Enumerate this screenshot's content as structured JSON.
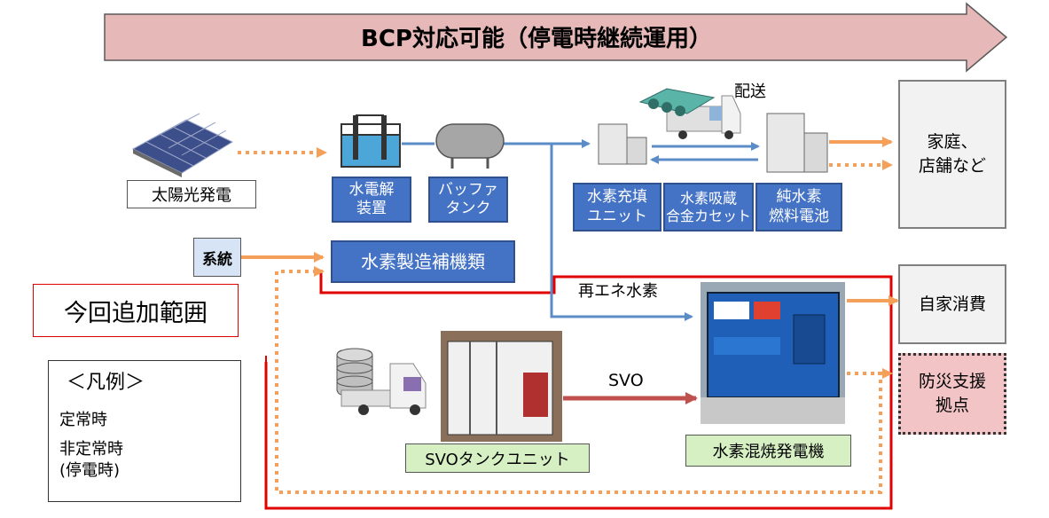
{
  "header": {
    "title": "BCP対応可能（停電時継続運用）"
  },
  "nodes": {
    "solar": "太陽光発電",
    "electrolyzer": [
      "水電解",
      "装置"
    ],
    "buffer": [
      "バッファ",
      "タンク"
    ],
    "filling": [
      "水素充填",
      "ユニット"
    ],
    "storage": [
      "水素吸蔵",
      "合金カセット"
    ],
    "fuel_cell": [
      "純水素",
      "燃料電池"
    ],
    "home": [
      "家庭、",
      "店舗など"
    ],
    "grid": "系統",
    "aux": "水素製造補機類",
    "self_consumption": "自家消費",
    "disaster_base": [
      "防災支援",
      "拠点"
    ],
    "svo_tank": "SVOタンクユニット",
    "cofire_gen": "水素混焼発電機",
    "added_scope": "今回追加範囲"
  },
  "labels": {
    "delivery": "配送",
    "renewable_h2": "再エネ水素",
    "svo": "SVO"
  },
  "legend": {
    "title": "＜凡例＞",
    "normal": "定常時",
    "abnormal": [
      "非定常時",
      "(停電時)"
    ]
  },
  "colors": {
    "blue_box": "#4472c4",
    "flow_blue": "#5b8cc8",
    "flow_orange": "#f4a05a",
    "red_border": "#e00000",
    "svo_arrow": "#c0504d",
    "header_fill": "#e6b8b7",
    "svo_label_fill": "#d6f0c4",
    "disaster_fill": "#f2c4c6"
  }
}
